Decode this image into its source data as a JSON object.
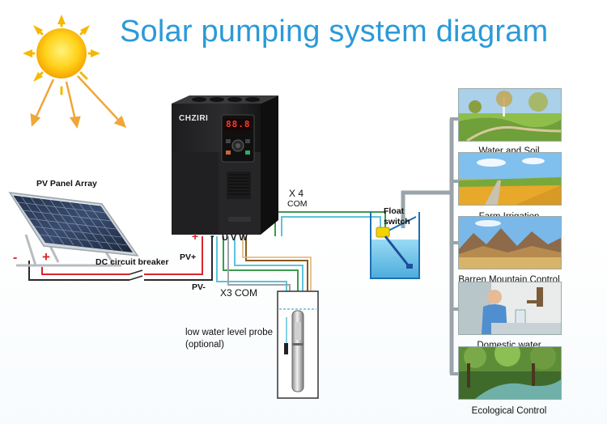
{
  "title": "Solar pumping system diagram",
  "labels": {
    "pv_array": "PV Panel Array",
    "dc_breaker": "DC circuit breaker",
    "pv_plus": "PV+",
    "pv_minus": "PV-",
    "x4": "X 4",
    "x4_com": "COM",
    "x3_com": "X3 COM",
    "float": "Float",
    "switch": "switch",
    "probe_line1": "low water level probe",
    "probe_line2": "(optional)",
    "plus": "+",
    "minus": "-",
    "panel_minus": "-",
    "panel_plus": "+",
    "uvw": "U V W"
  },
  "inverter": {
    "brand": "CHZIRI",
    "display": "88.8"
  },
  "applications": [
    {
      "caption": "Water and Soil conservation",
      "scene": "meadow"
    },
    {
      "caption": "Farm Irrigation",
      "scene": "farm"
    },
    {
      "caption": "Barren Mountain Control",
      "scene": "mountain"
    },
    {
      "caption": "Domestic water",
      "scene": "domestic"
    },
    {
      "caption": "Ecological Control",
      "scene": "forest"
    }
  ],
  "colors": {
    "title": "#2b9ad8",
    "wire_red": "#d8262e",
    "wire_black": "#2a2a2a",
    "wire_green": "#3f9a4f",
    "wire_cyan": "#5ec3dc",
    "wire_brown": "#8a5a1c",
    "wire_gray": "#9aa4aa",
    "sun": "#f6b800",
    "water": "#62bfe8"
  }
}
